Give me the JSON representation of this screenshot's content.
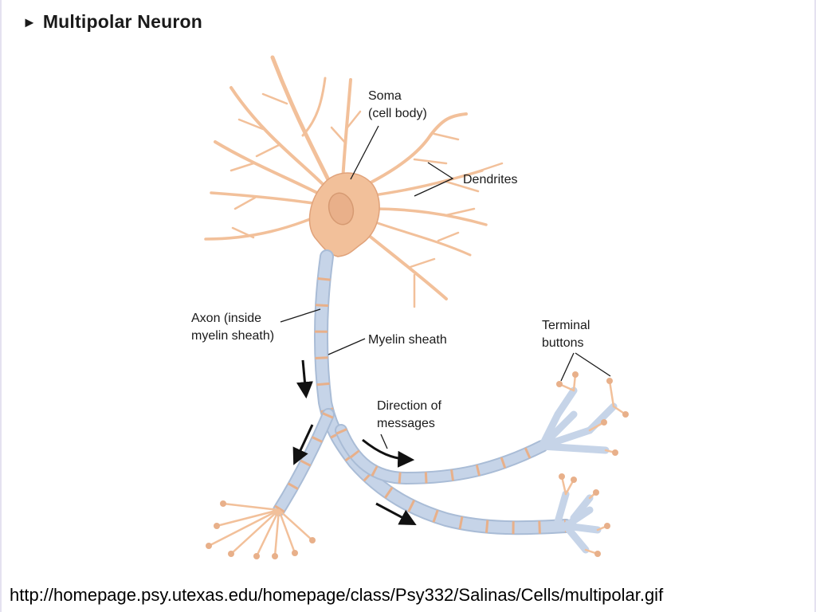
{
  "title": "Multipolar Neuron",
  "title_marker_icon": "triangle-right-icon",
  "labels": {
    "soma_1": "Soma",
    "soma_2": "(cell body)",
    "dendrites": "Dendrites",
    "axon_1": "Axon (inside",
    "axon_2": "myelin sheath)",
    "myelin": "Myelin sheath",
    "terminal_1": "Terminal",
    "terminal_2": "buttons",
    "direction_1": "Direction of",
    "direction_2": "messages"
  },
  "source_url": "http://homepage.psy.utexas.edu/homepage/class/Psy332/Salinas/Cells/multipolar.gif",
  "colors": {
    "cell": "#f2c09a",
    "cell_dark": "#e0a27a",
    "myelin": "#c6d4e8",
    "myelin_edge": "#a9bcd6",
    "node": "#e8b08a",
    "ink": "#1a1a1a"
  }
}
